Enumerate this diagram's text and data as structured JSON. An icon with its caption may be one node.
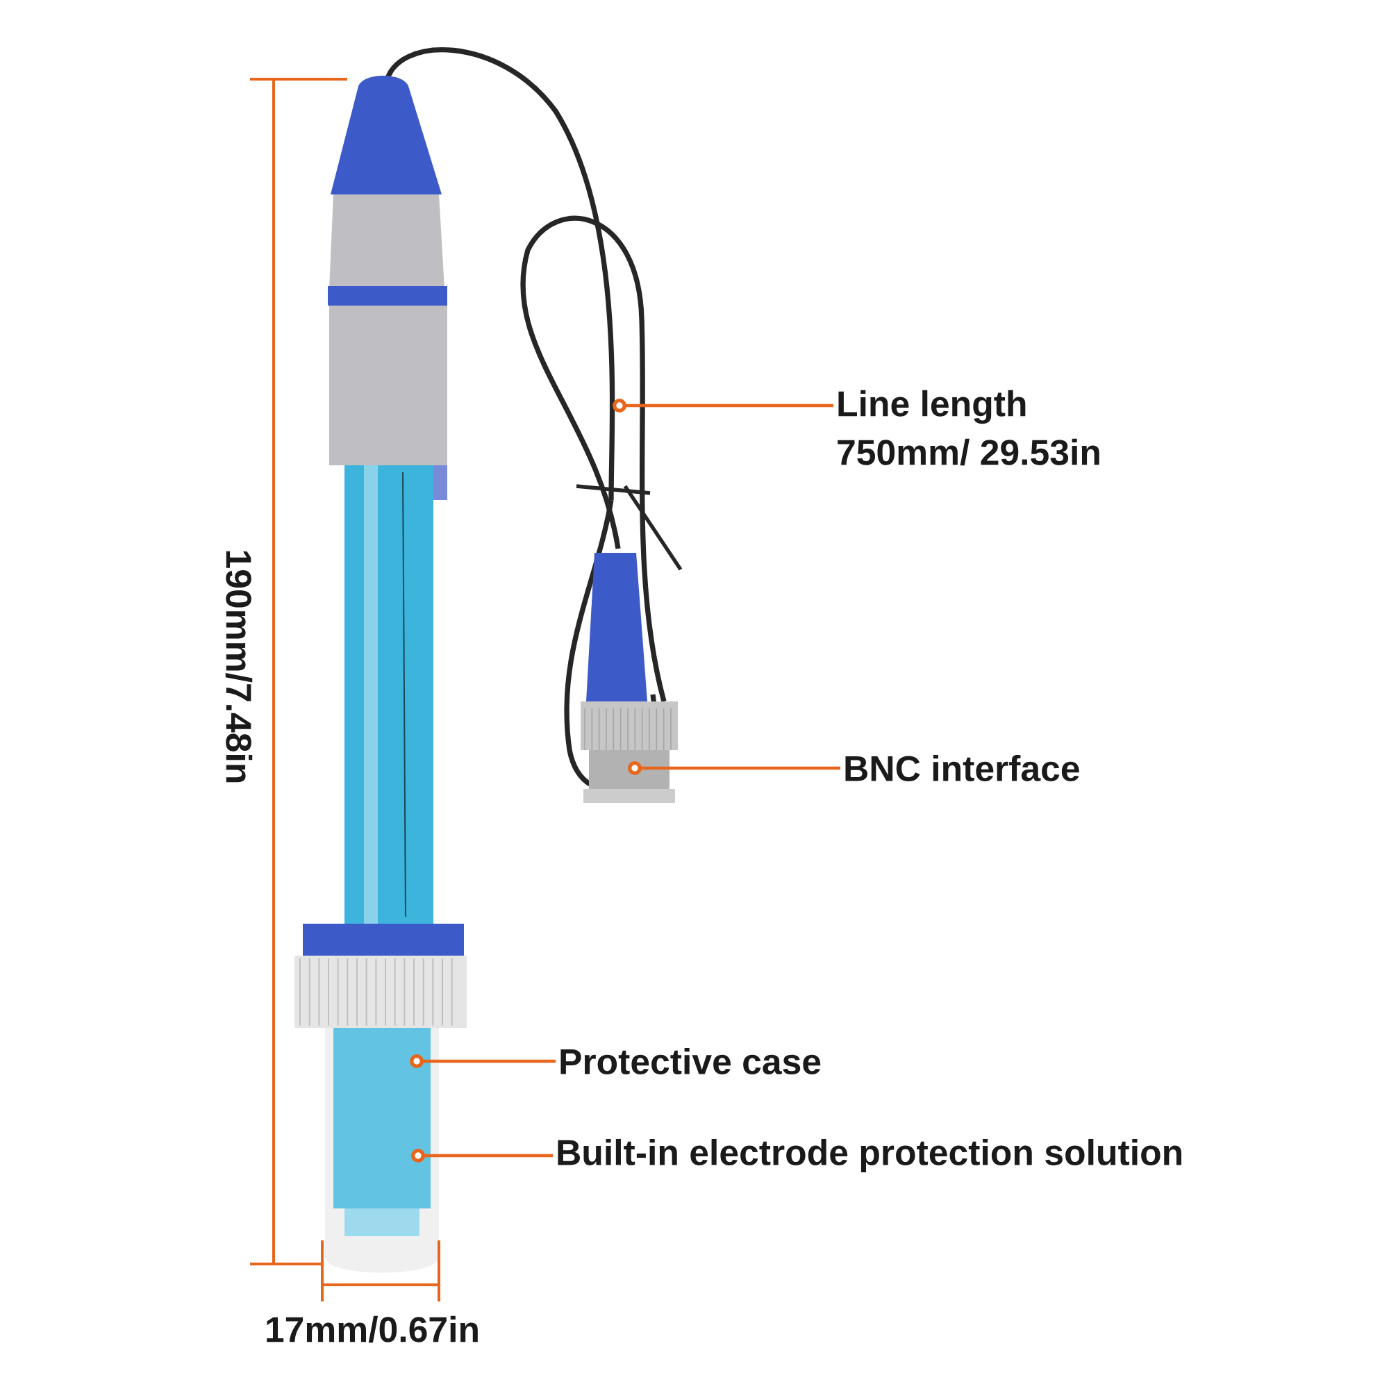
{
  "diagram": {
    "nodes": [
      {
        "text": [
          "Line length",
          "750mm/ 29.53in"
        ]
      },
      {
        "text": [
          "BNC interface"
        ]
      },
      {
        "text": [
          "Protective case"
        ]
      },
      {
        "text": [
          "Built-in electrode protection solution"
        ]
      }
    ],
    "edges": [
      {
        "from": 0,
        "to": null,
        "arrow": "other"
      },
      {
        "from": 1,
        "to": null,
        "arrow": "other"
      },
      {
        "from": 2,
        "to": null,
        "arrow": "other"
      },
      {
        "from": 3,
        "to": null,
        "arrow": "other"
      }
    ],
    "labels": [
      "190mm/7.48in",
      "17mm/0.67in"
    ]
  }
}
